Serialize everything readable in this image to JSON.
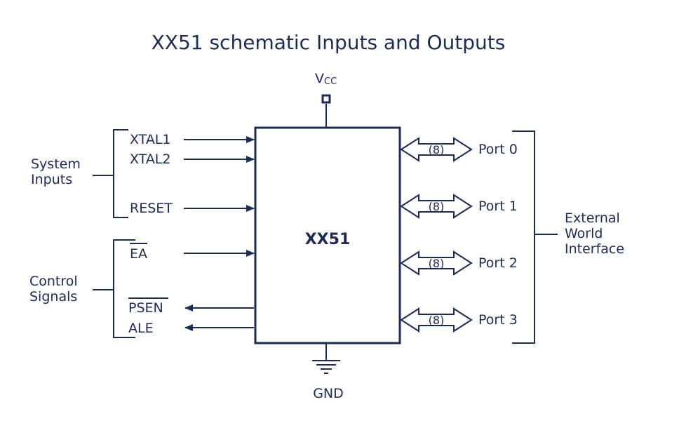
{
  "title": "XX51 schematic Inputs and Outputs",
  "chip_label": "XX51",
  "power": {
    "vcc": "V",
    "vcc_sub": "CC",
    "gnd": "GND"
  },
  "groups": {
    "system_inputs": [
      "System",
      "Inputs"
    ],
    "control_signals": [
      "Control",
      "Signals"
    ],
    "external": [
      "External",
      "World",
      "Interface"
    ]
  },
  "inputs": {
    "xtal1": "XTAL1",
    "xtal2": "XTAL2",
    "reset": "RESET",
    "ea": "EA"
  },
  "outputs": {
    "psen": "PSEN",
    "ale": "ALE"
  },
  "ports": [
    {
      "label": "Port 0",
      "width": "(8)"
    },
    {
      "label": "Port 1",
      "width": "(8)"
    },
    {
      "label": "Port 2",
      "width": "(8)"
    },
    {
      "label": "Port 3",
      "width": "(8)"
    }
  ],
  "colors": {
    "ink": "#1b2a57",
    "background": "#ffffff"
  }
}
